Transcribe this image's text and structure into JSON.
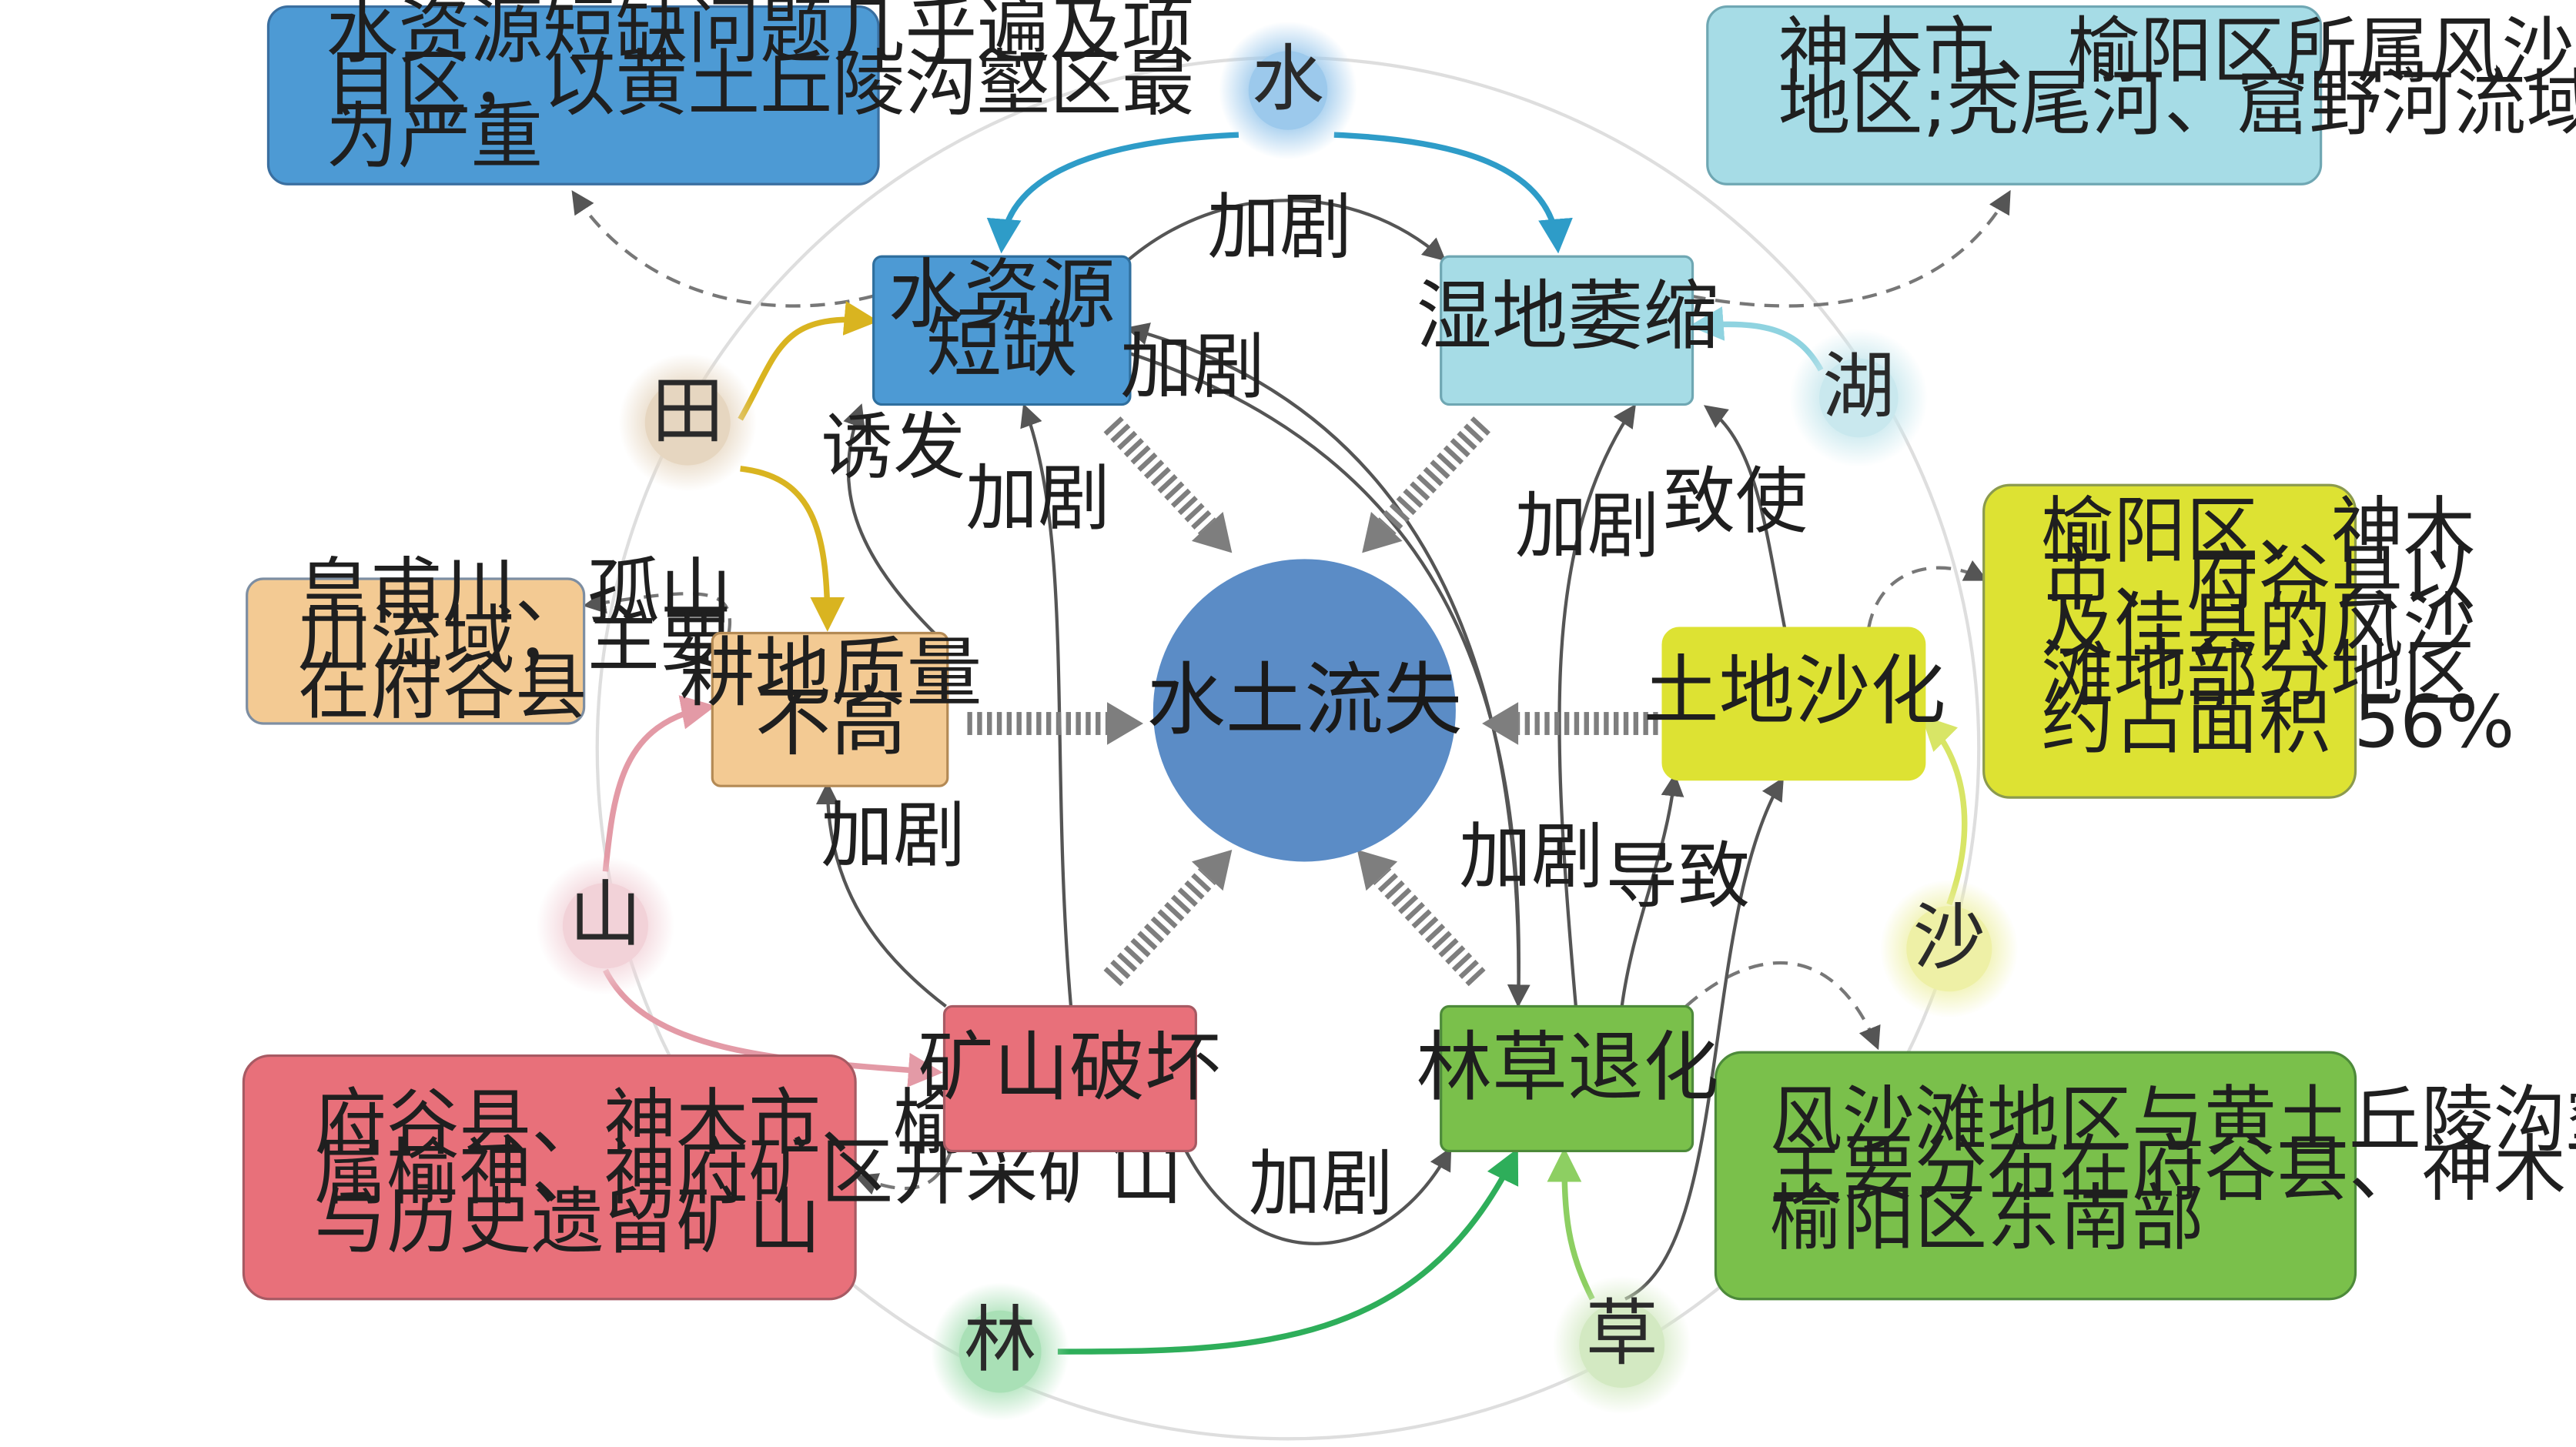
{
  "center": {
    "label": "水土流失",
    "color": "#5b8cc6"
  },
  "problems": {
    "water_shortage": {
      "lines": [
        "水资源",
        "短缺"
      ],
      "fill": "#4d9ad4"
    },
    "wetland": {
      "lines": [
        "湿地萎缩"
      ],
      "fill": "#a6dce6"
    },
    "farmland": {
      "lines": [
        "耕地质量",
        "不高"
      ],
      "fill": "#f3ca93"
    },
    "desertification": {
      "lines": [
        "土地沙化"
      ],
      "fill": "#dde233"
    },
    "mine": {
      "lines": [
        "矿山破坏"
      ],
      "fill": "#e8707a"
    },
    "forest_grass": {
      "lines": [
        "林草退化"
      ],
      "fill": "#7ac04b"
    }
  },
  "notes": {
    "water": {
      "lines": [
        "水资源短缺问题几乎遍及项",
        "目区，以黄土丘陵沟壑区最",
        "为严重"
      ],
      "fill": "#4d9ad4"
    },
    "wetland": {
      "lines": [
        "神木市、榆阳区所属风沙滩",
        "地区;秃尾河、窟野河流域"
      ],
      "fill": "#a6dce6"
    },
    "farmland": {
      "lines": [
        "皇甫川、孤山",
        "川流域，主要",
        "在府谷县"
      ],
      "fill": "#f3ca93"
    },
    "desert": {
      "lines": [
        "榆阳区、神木",
        "市、府谷县以",
        "及佳县的风沙",
        "滩地部分地区",
        "约占面积 56%"
      ],
      "fill": "#dde233"
    },
    "mine": {
      "lines": [
        "府谷县、神木市、榆阳区所",
        "属榆神、神府矿区开采矿山",
        "与历史遗留矿山"
      ],
      "fill": "#e8707a"
    },
    "forest": {
      "lines": [
        "风沙滩地区与黄土丘陵沟壑区,",
        "主要分布在府谷县、神木市、",
        "榆阳区东南部"
      ],
      "fill": "#7ac04b"
    }
  },
  "elements": {
    "water": {
      "label": "水",
      "color": "#9cc9ec"
    },
    "field": {
      "label": "田",
      "color": "#e6d6c0"
    },
    "lake": {
      "label": "湖",
      "color": "#c9e8ee"
    },
    "mountain": {
      "label": "山",
      "color": "#f2d2d8"
    },
    "sand": {
      "label": "沙",
      "color": "#eef0a6"
    },
    "forest": {
      "label": "林",
      "color": "#a9e0b6"
    },
    "grass": {
      "label": "草",
      "color": "#d3e9c2"
    }
  },
  "relations": {
    "aggravate": "加剧",
    "induce": "诱发",
    "cause": "致使",
    "lead": "导致"
  }
}
